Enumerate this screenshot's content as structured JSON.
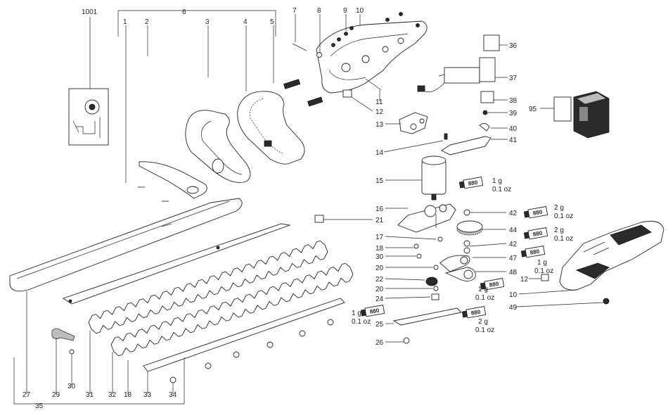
{
  "diagram": {
    "part_numbers": {
      "p1001": "1001",
      "p6": "6",
      "p1": "1",
      "p2": "2",
      "p3": "3",
      "p4": "4",
      "p5": "5",
      "p7": "7",
      "p8": "8",
      "p9": "9",
      "p10a": "10",
      "p10b": "10",
      "p11": "11",
      "p12a": "12",
      "p12b": "12",
      "p13": "13",
      "p14": "14",
      "p15": "15",
      "p16": "16",
      "p17": "17",
      "p18": "18",
      "p20a": "20",
      "p20b": "20",
      "p21": "21",
      "p22": "22",
      "p24": "24",
      "p25": "25",
      "p26": "26",
      "p27": "27",
      "p29": "29",
      "p30a": "30",
      "p30b": "30",
      "p31": "31",
      "p32": "32",
      "p18b": "18",
      "p33": "33",
      "p34": "34",
      "p35": "35",
      "p36": "36",
      "p37": "37",
      "p38": "38",
      "p39": "39",
      "p40": "40",
      "p41": "41",
      "p42a": "42",
      "p42b": "42",
      "p44": "44",
      "p47": "47",
      "p48": "48",
      "p49": "49",
      "p95": "95"
    },
    "grease": {
      "tube_code": "880",
      "t1": {
        "line1": "1 g",
        "line2": "0.1 oz"
      },
      "t2": {
        "line1": "2 g",
        "line2": "0.1 oz"
      },
      "t3": {
        "line1": "2 g",
        "line2": "0.1 oz"
      },
      "t4": {
        "line1": "1 g",
        "line2": "0.1 oz"
      },
      "t5": {
        "line1": "1 g",
        "line2": "0.1 oz"
      },
      "t6": {
        "line1": "1 g",
        "line2": "0.1 oz"
      },
      "t7": {
        "line1": "2 g",
        "line2": "0.1 oz"
      }
    }
  }
}
